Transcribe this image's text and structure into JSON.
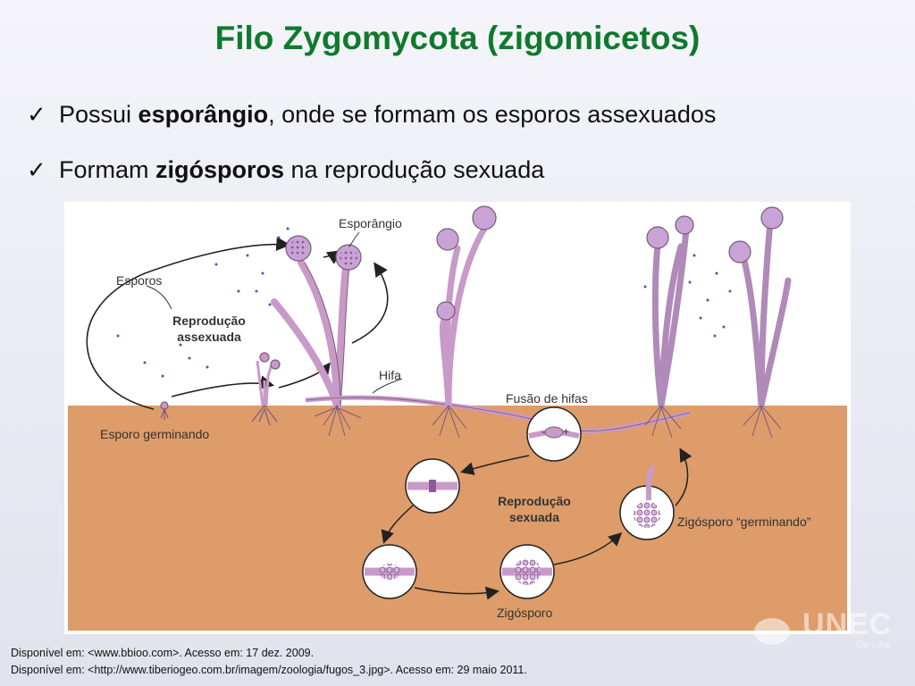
{
  "title": "Filo Zygomycota (zigomicetos)",
  "bullets": [
    {
      "check": "✓",
      "pre": "Possui ",
      "bold": "esporângio",
      "post": ", onde se formam os esporos assexuados"
    },
    {
      "check": "✓",
      "pre": "Formam ",
      "bold": "zigósporos",
      "post": " na reprodução sexuada"
    }
  ],
  "diagram": {
    "labels": {
      "esporangio": "Esporângio",
      "esporos": "Esporos",
      "reproducao_assexuada_1": "Reprodução",
      "reproducao_assexuada_2": "assexuada",
      "hifa": "Hifa",
      "fusao": "Fusão de hifas",
      "esporo_germinando": "Esporo germinando",
      "reproducao_sexuada_1": "Reprodução",
      "reproducao_sexuada_2": "sexuada",
      "zigosporo_germinando": "Zigósporo “germinando”",
      "zigosporo": "Zigósporo",
      "plus": "+",
      "minus": "-"
    },
    "colors": {
      "soil": "#de9c6a",
      "hypha": "#c89ac8",
      "hypha_stroke": "#7a5a7a",
      "sporangium": "#c9a3d6",
      "spore": "#4a5aa8"
    }
  },
  "references": [
    "Disponível em: <www.bbioo.com>. Acesso em: 17 dez. 2009.",
    "Disponível em: <http://www.tiberiogeo.com.br/imagem/zoologia/fugos_3.jpg>. Acesso em: 29 maio 2011."
  ],
  "logo": {
    "text": "UNEC",
    "sub": "On Line"
  }
}
